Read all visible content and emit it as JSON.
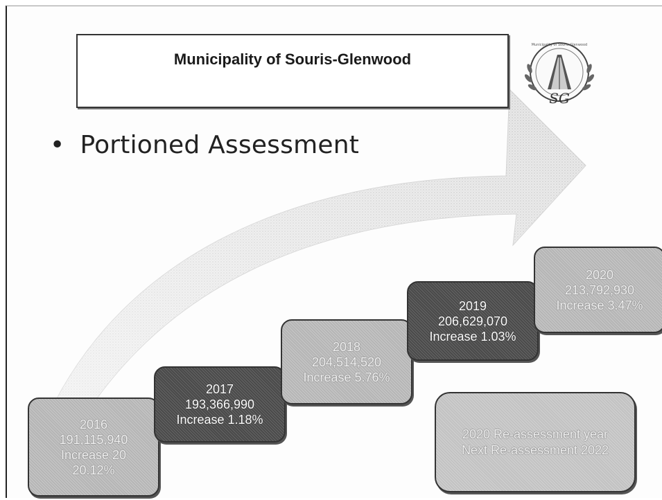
{
  "slide": {
    "title": "Municipality of Souris-Glenwood",
    "bullet": "Portioned Assessment",
    "bullet_marker": "•"
  },
  "logo": {
    "icon": "municipal-seal-icon",
    "lettering": "Municipality of Souris-Glenwood",
    "monogram": "SG"
  },
  "steps": [
    {
      "year": "2016",
      "value": "191,115,940",
      "line3": "Increase 20",
      "line4": "20.12%",
      "style": "light"
    },
    {
      "year": "2017",
      "value": "193,366,990",
      "line3": "Increase 1.18%",
      "style": "dark"
    },
    {
      "year": "2018",
      "value": "204,514,520",
      "line3": "Increase 5.76%",
      "style": "light"
    },
    {
      "year": "2019",
      "value": "206,629,070",
      "line3": "Increase 1.03%",
      "style": "dark"
    },
    {
      "year": "2020",
      "value": "213,792,930",
      "line3": "Increase 3.47%",
      "style": "light"
    }
  ],
  "note": {
    "line1": "2020 Re-assessment year",
    "line2": "Next Re-assessment 2022"
  },
  "colors": {
    "light_step": "#b5b5b5",
    "dark_step": "#4a4a4a",
    "arrow": "#d9d9d9"
  }
}
